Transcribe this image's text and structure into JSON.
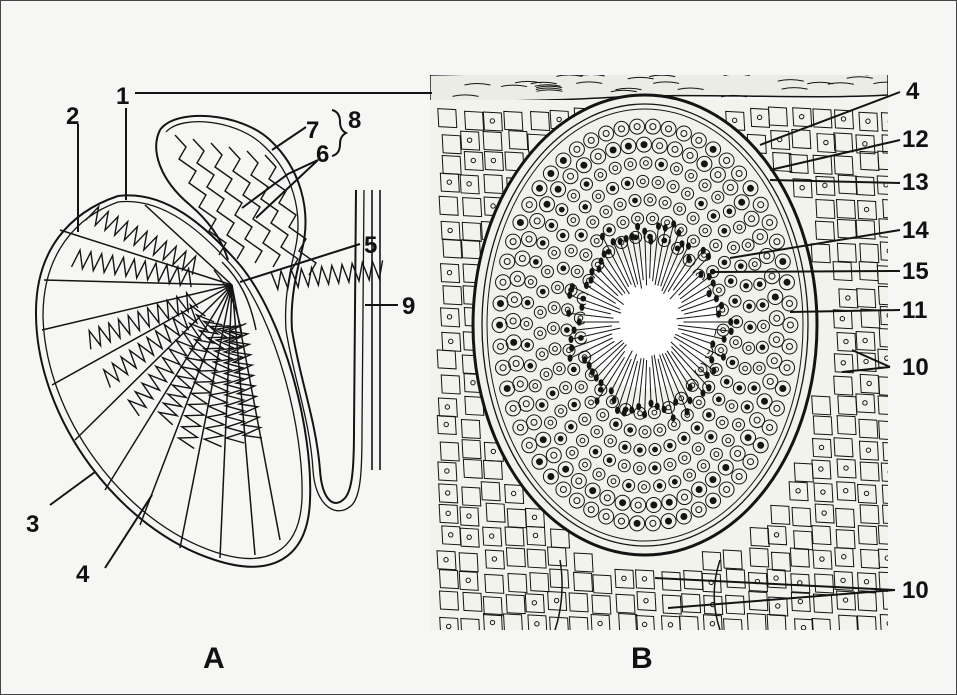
{
  "figure": {
    "panels": [
      {
        "id": "A",
        "label": "A"
      },
      {
        "id": "B",
        "label": "B"
      }
    ],
    "callouts": {
      "c1": "1",
      "c2": "2",
      "c3": "3",
      "c4a": "4",
      "c4b": "4",
      "c5": "5",
      "c6": "6",
      "c7": "7",
      "c8": "8",
      "c9": "9",
      "c10a": "10",
      "c10b": "10",
      "c11": "11",
      "c12": "12",
      "c13": "13",
      "c14": "14",
      "c15": "15"
    },
    "colors": {
      "ink": "#141414",
      "paper": "#f6f7f4",
      "frame": "#444444"
    }
  }
}
